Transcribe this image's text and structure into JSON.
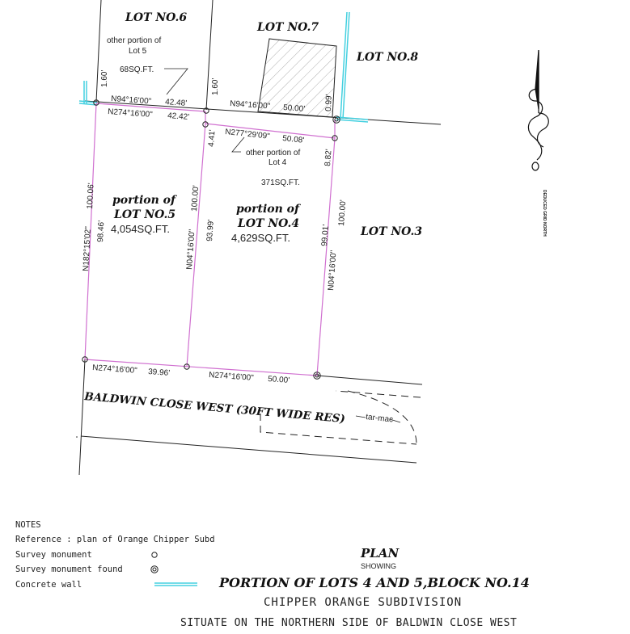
{
  "lots": {
    "lot6": "LOT NO.6",
    "lot7": "LOT NO.7",
    "lot8": "LOT NO.8",
    "lot3": "LOT NO.3"
  },
  "lot6_note": {
    "line1": "other portion of",
    "line2": "Lot 5",
    "area": "68SQ.FT."
  },
  "lot4_note": {
    "line1": "other portion of",
    "line2": "Lot 4",
    "area": "371SQ.FT."
  },
  "portion5": {
    "line1": "portion of",
    "line2": "LOT NO.5",
    "area": "4,054SQ.FT."
  },
  "portion4": {
    "line1": "portion of",
    "line2": "LOT NO.4",
    "area": "4,629SQ.FT."
  },
  "dims": {
    "top_left_1": "N94°16'00\"",
    "top_left_2": "42.48'",
    "top_left_3": "N274°16'00\"",
    "top_left_4": "42.42'",
    "top_right_1": "N94°16'00\"",
    "top_right_2": "50.00'",
    "slant_1": "N277°29'09\"",
    "slant_2": "50.08'",
    "left_offset": "1.60'",
    "mid_offset": "1.60'",
    "right_offset": "0.99'",
    "mid_small": "4.41'",
    "right_small": "8.82'",
    "left_bearing": "N182°15'02\"",
    "left_dist": "100.06'",
    "left_inner": "98.46'",
    "mid_bearing": "N04°16'00\"",
    "mid_dist": "100.00'",
    "mid_inner": "93.99'",
    "right_bearing": "N04°16'00\"",
    "right_dist": "100.00'",
    "right_inner": "99.01'",
    "bottom_left_1": "N274°16'00\"",
    "bottom_left_2": "39.96'",
    "bottom_right_1": "N274°16'00\"",
    "bottom_right_2": "50.00'"
  },
  "road": {
    "name": "BALDWIN CLOSE WEST (30FT WIDE RES)",
    "surface": "tar-mac"
  },
  "notes": {
    "heading": "NOTES",
    "reference": "Reference : plan of Orange Chipper Subd",
    "survey_monument": "Survey monument",
    "survey_found": "Survey monument found",
    "concrete_wall": "Concrete wall"
  },
  "title": {
    "plan": "PLAN",
    "showing": "SHOWING",
    "line1": "PORTION OF LOTS 4 AND 5,BLOCK NO.14",
    "line2": "CHIPPER ORANGE SUBDIVISION",
    "line3": "SITUATE ON THE NORTHERN SIDE OF BALDWIN CLOSE WEST"
  },
  "north": "DEDUCED GRID NORTH",
  "colors": {
    "boundary": "#d070d0",
    "wall": "#44d0e0",
    "line": "#222222",
    "hatch": "#888888"
  }
}
